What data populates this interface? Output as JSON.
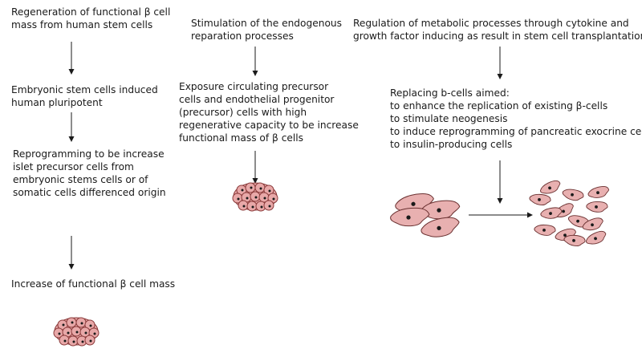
{
  "columns": [
    {
      "steps": [
        {
          "lines": [
            "Regeneration of functional β cell",
            "mass from human stem cells"
          ]
        },
        {
          "lines": [
            "Embryonic stem cells induced",
            "human pluripotent"
          ]
        },
        {
          "lines": [
            "Reprogramming to be increase",
            "islet precursor cells from",
            "embryonic stems cells or of",
            "somatic cells differenced origin"
          ]
        },
        {
          "lines": [
            "Increase of functional β cell mass"
          ]
        }
      ]
    },
    {
      "steps": [
        {
          "lines": [
            "Stimulation of the endogenous",
            "reparation processes"
          ]
        },
        {
          "lines": [
            "Exposure circulating precursor",
            "cells and endothelial progenitor",
            "(precursor) cells with high",
            "regenerative capacity to be increase",
            "functional  mass of β cells"
          ]
        }
      ]
    },
    {
      "steps": [
        {
          "lines": [
            "Regulation of metabolic processes through cytokine and",
            "growth factor inducing as result in stem cell transplantation"
          ]
        },
        {
          "lines": [
            "Replacing b-cells aimed:",
            "to enhance the replication of existing β-cells",
            "to stimulate neogenesis",
            "to induce reprogramming of pancreatic exocrine cells",
            "to insulin-producing cells"
          ]
        }
      ]
    }
  ],
  "colors": {
    "cell_fill": "#e8a8a8",
    "cell_stroke": "#8a3a3a",
    "nucleus": "#1a1a1a",
    "arrow": "#1a1a1a"
  }
}
